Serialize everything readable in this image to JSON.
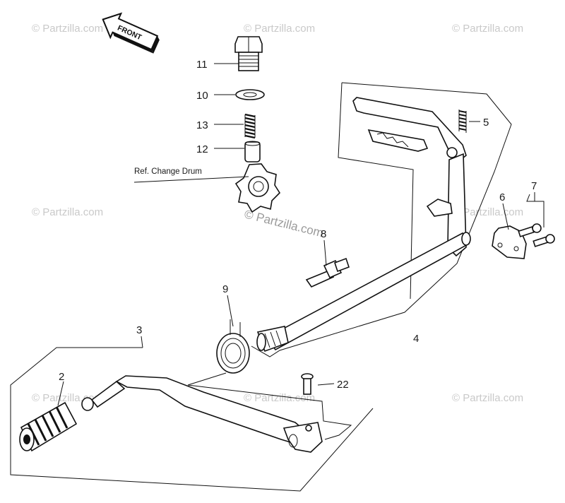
{
  "diagram": {
    "front_arrow_label": "FRONT",
    "reference_label": "Ref. Change Drum",
    "callouts": [
      "2",
      "3",
      "4",
      "5",
      "6",
      "7",
      "8",
      "9",
      "10",
      "11",
      "12",
      "13",
      "22"
    ],
    "watermark_text": "© Partzilla.com",
    "center_watermark_text": "© Partzilla.com"
  },
  "colors": {
    "ink": "#111111",
    "watermark": "#c9c9c9",
    "background": "#ffffff"
  }
}
